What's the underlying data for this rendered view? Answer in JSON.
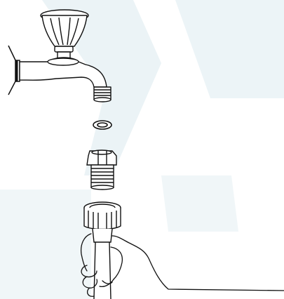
{
  "figure": {
    "parts": [
      {
        "id": "faucet",
        "icon": "faucet-icon"
      },
      {
        "id": "washer",
        "icon": "washer-icon"
      },
      {
        "id": "adapter",
        "icon": "threaded-adapter-icon"
      },
      {
        "id": "hose-coupling",
        "icon": "hose-coupling-icon"
      },
      {
        "id": "hand",
        "icon": "hand-icon"
      }
    ],
    "watermark_color": "#e3eef2",
    "line_color": "#111111"
  }
}
